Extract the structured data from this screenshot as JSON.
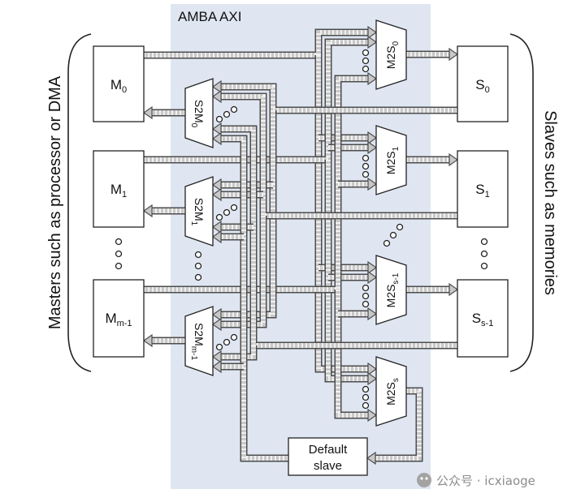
{
  "title": "AMBA AXI",
  "masters_caption": "Masters such as processor or DMA",
  "slaves_caption": "Slaves such as memories",
  "masters": [
    {
      "base": "M",
      "sub": "0"
    },
    {
      "base": "M",
      "sub": "1"
    },
    {
      "base": "M",
      "sub": "m-1"
    }
  ],
  "slaves": [
    {
      "base": "S",
      "sub": "0"
    },
    {
      "base": "S",
      "sub": "1"
    },
    {
      "base": "S",
      "sub": "s-1"
    }
  ],
  "s2m_muxes": [
    {
      "base": "S2M",
      "sub": "0"
    },
    {
      "base": "S2M",
      "sub": "1"
    },
    {
      "base": "S2M",
      "sub": "m-1"
    }
  ],
  "m2s_muxes": [
    {
      "base": "M2S",
      "sub": "0"
    },
    {
      "base": "M2S",
      "sub": "1"
    },
    {
      "base": "M2S",
      "sub": "s-1"
    },
    {
      "base": "M2S",
      "sub": "s"
    }
  ],
  "default_slave": {
    "line1": "Default",
    "line2": "slave"
  },
  "watermark": {
    "text": "公众号 · icxiaoge",
    "icon": "wechat-icon"
  },
  "colors": {
    "panel": "#dfe6f2",
    "bus_outline": "#4d4d4d",
    "bus_fill": "#c8c8c8",
    "bus_hatch": "#f0f0f0"
  }
}
